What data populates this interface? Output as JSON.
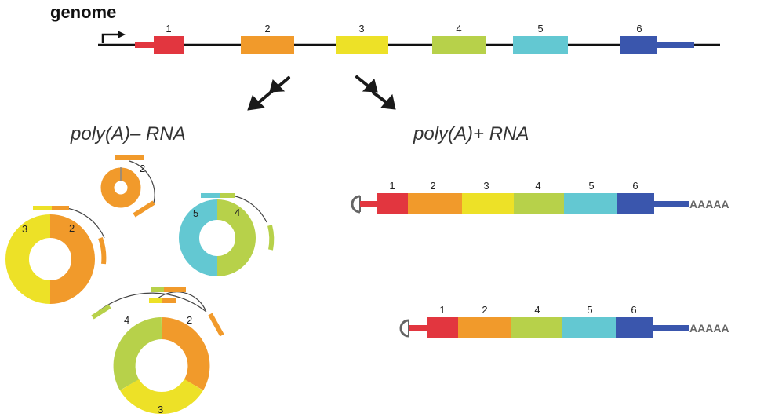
{
  "genome": {
    "title": "genome",
    "exons": [
      {
        "label": "1",
        "color": "#e2363f"
      },
      {
        "label": "2",
        "color": "#f19a2b"
      },
      {
        "label": "3",
        "color": "#ede127"
      },
      {
        "label": "4",
        "color": "#b7d14a"
      },
      {
        "label": "5",
        "color": "#63c8d2"
      },
      {
        "label": "6",
        "color": "#3a56ad"
      }
    ]
  },
  "left_panel": {
    "title": "poly(A)– RNA",
    "circles": [
      {
        "labels": [
          "2"
        ]
      },
      {
        "labels": [
          "3",
          "2"
        ]
      },
      {
        "labels": [
          "5",
          "4"
        ]
      },
      {
        "labels": [
          "4",
          "2",
          "3"
        ]
      }
    ]
  },
  "right_panel": {
    "title": "poly(A)+ RNA",
    "transcripts": [
      {
        "exons": [
          "1",
          "2",
          "3",
          "4",
          "5",
          "6"
        ],
        "tail": "AAAAA"
      },
      {
        "exons": [
          "1",
          "2",
          "4",
          "5",
          "6"
        ],
        "tail": "AAAAA"
      }
    ]
  },
  "colors": {
    "line": "#111111",
    "arrow": "#1a1a1a",
    "cap": "#666666",
    "arc": "#444444"
  }
}
